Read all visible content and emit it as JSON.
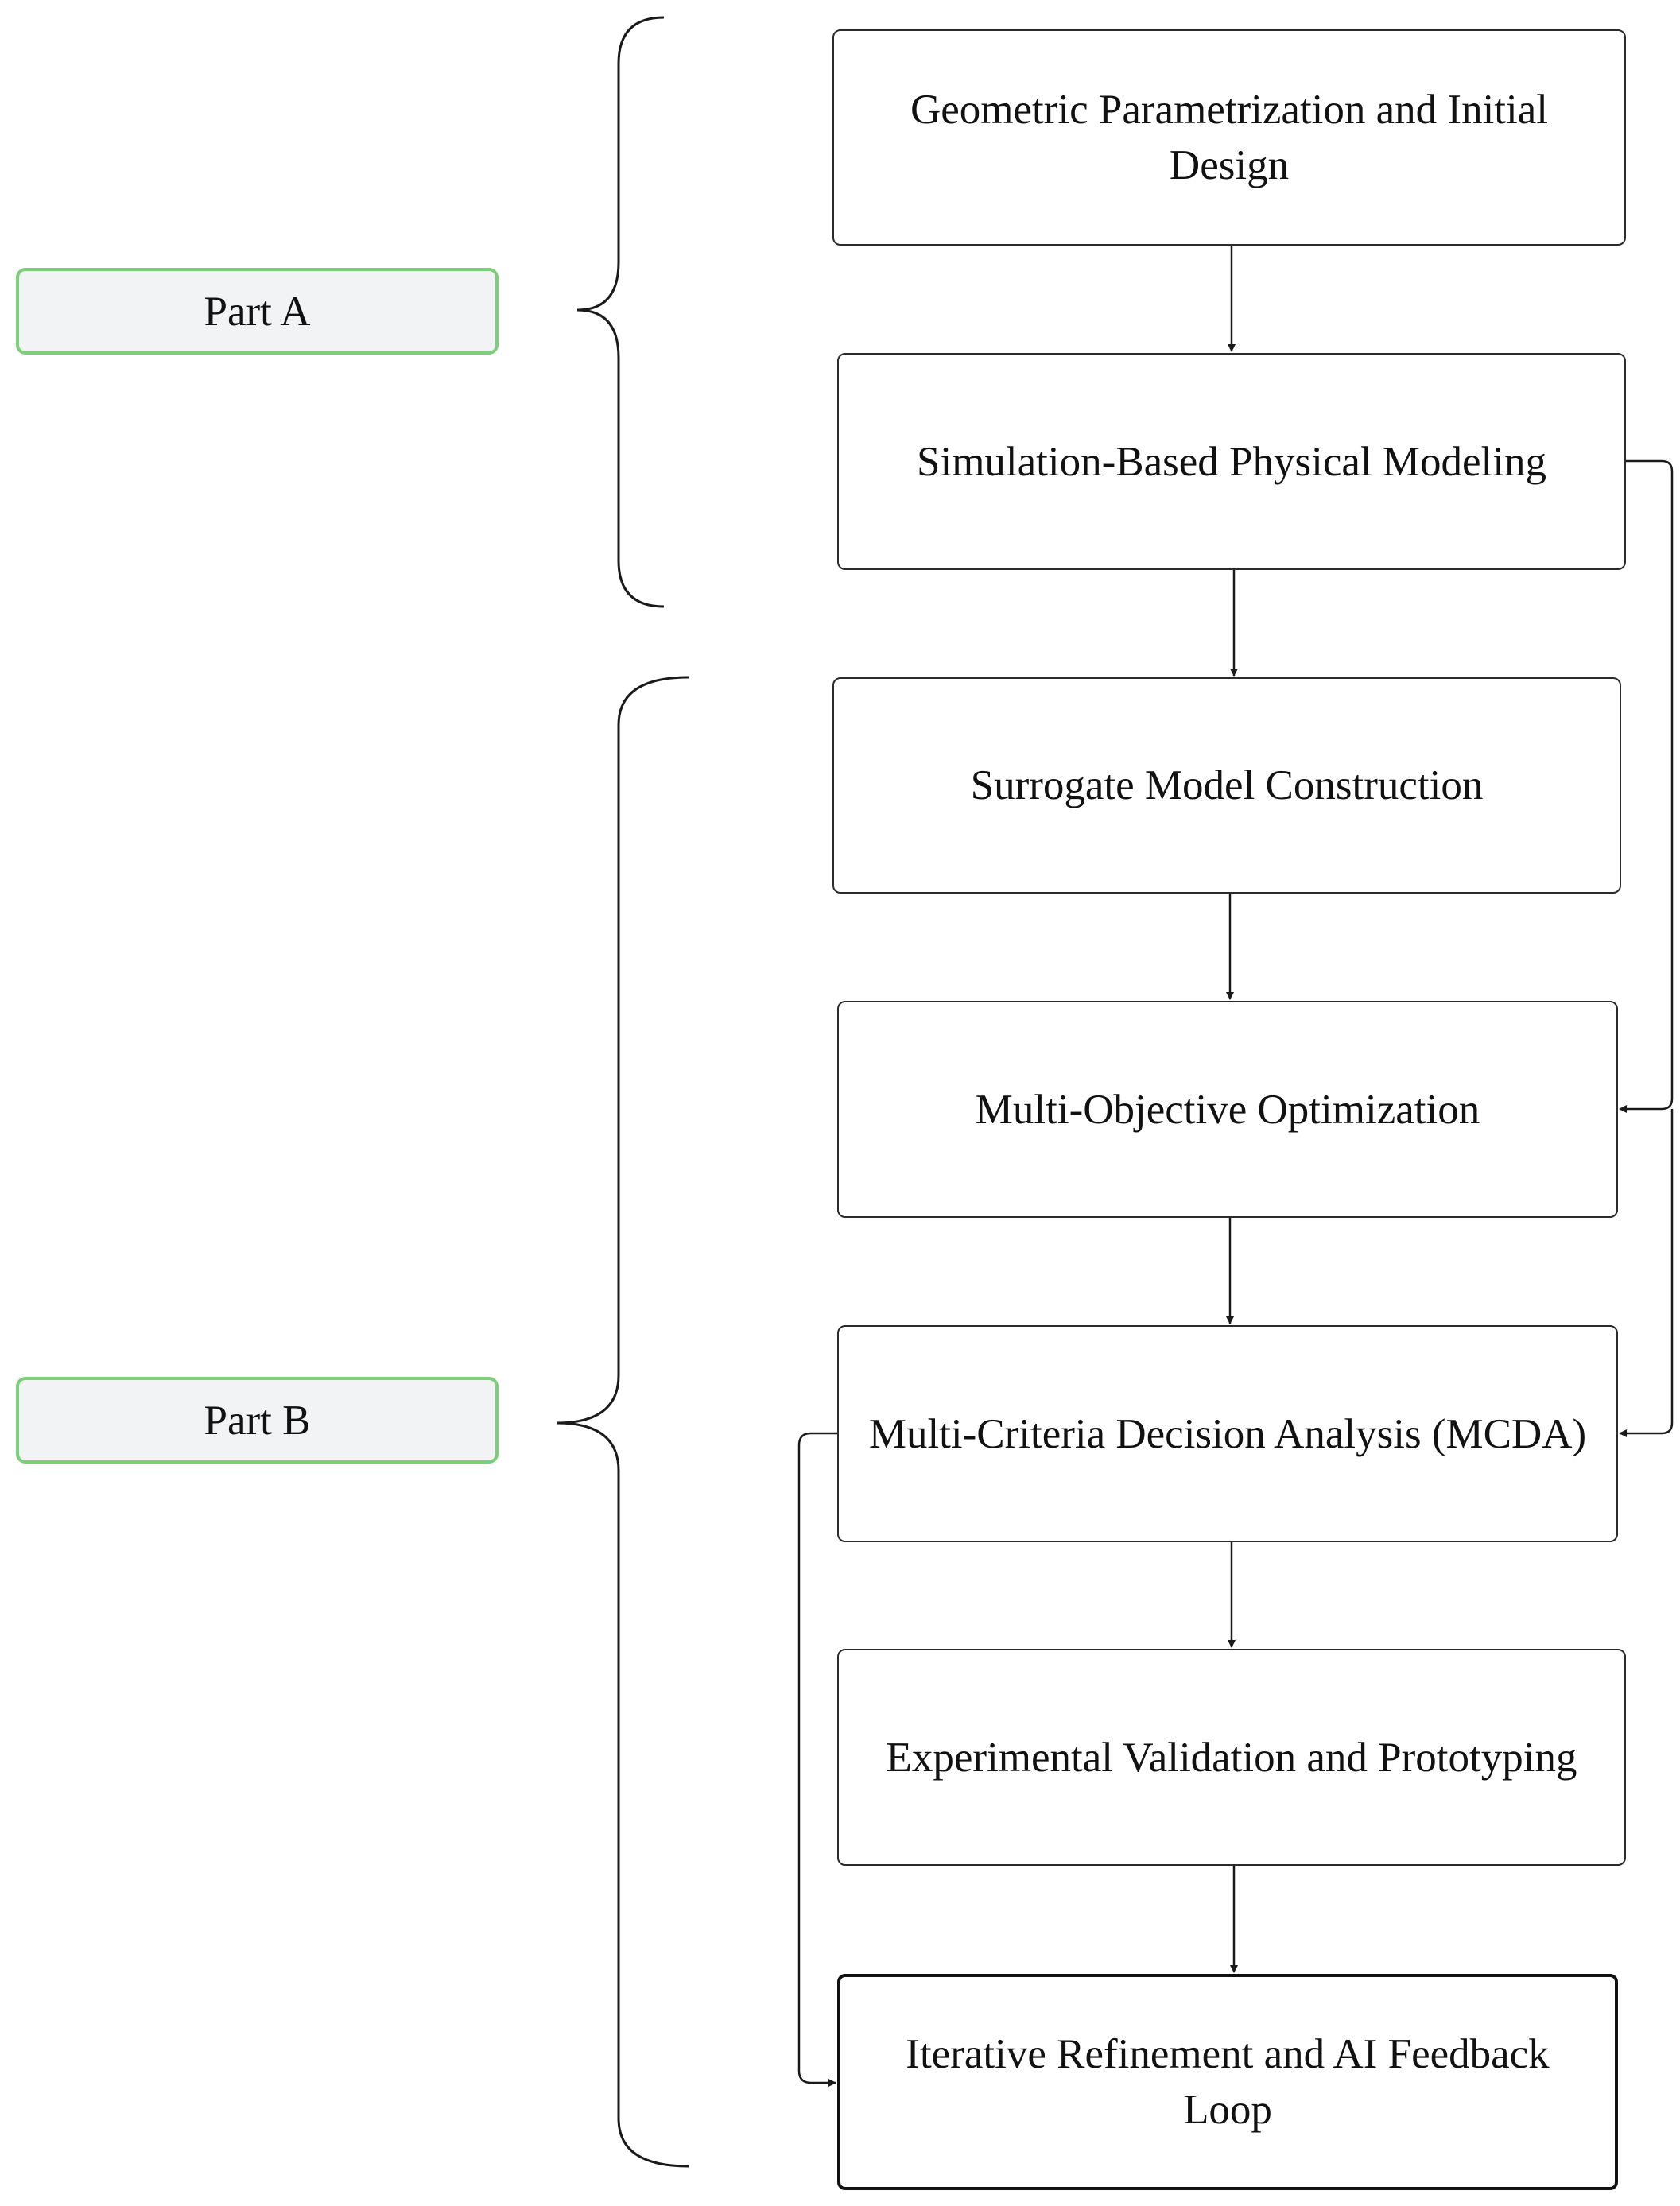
{
  "diagram": {
    "parts": [
      {
        "label": "Part A"
      },
      {
        "label": "Part B"
      }
    ],
    "steps": [
      {
        "label": "Geometric Parametrization and Initial Design"
      },
      {
        "label": "Simulation-Based Physical Modeling"
      },
      {
        "label": "Surrogate Model Construction"
      },
      {
        "label": "Multi-Objective Optimization"
      },
      {
        "label": "Multi-Criteria Decision Analysis (MCDA)"
      },
      {
        "label": "Experimental Validation and Prototyping"
      },
      {
        "label": "Iterative Refinement and AI Feedback Loop"
      }
    ],
    "colors": {
      "part_border": "#7ccf7a",
      "part_fill": "#f1f3f5",
      "line": "#1a1a1a"
    }
  }
}
